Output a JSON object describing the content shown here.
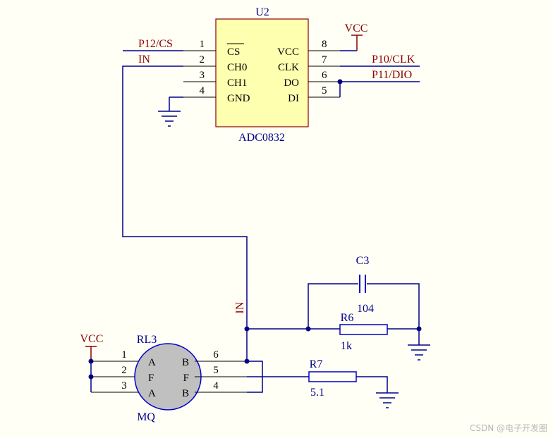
{
  "u2": {
    "designator": "U2",
    "part": "ADC0832",
    "pins_left": [
      {
        "num": "1",
        "name": "CS"
      },
      {
        "num": "2",
        "name": "CH0"
      },
      {
        "num": "3",
        "name": "CH1"
      },
      {
        "num": "4",
        "name": "GND"
      }
    ],
    "pins_right": [
      {
        "num": "8",
        "name": "VCC"
      },
      {
        "num": "7",
        "name": "CLK"
      },
      {
        "num": "6",
        "name": "DO"
      },
      {
        "num": "5",
        "name": "DI"
      }
    ]
  },
  "nets": {
    "p12_cs": "P12/CS",
    "in_top": "IN",
    "in_mid": "IN",
    "p10_clk": "P10/CLK",
    "p11_dio": "P11/DIO",
    "vcc_top": "VCC",
    "vcc_bottom": "VCC"
  },
  "c3": {
    "designator": "C3",
    "value": "104"
  },
  "r6": {
    "designator": "R6",
    "value": "1k"
  },
  "r7": {
    "designator": "R7",
    "value": "5.1"
  },
  "rl3": {
    "designator": "RL3",
    "part": "MQ",
    "left_pins": [
      {
        "num": "1",
        "name": "A"
      },
      {
        "num": "2",
        "name": "F"
      },
      {
        "num": "3",
        "name": "A"
      }
    ],
    "right_pins": [
      {
        "num": "6",
        "name": "B"
      },
      {
        "num": "5",
        "name": "F"
      },
      {
        "num": "4",
        "name": "B"
      }
    ]
  },
  "watermark": "CSDN @电子开发圈",
  "colors": {
    "wire": "#00008B",
    "component": "#0000CD",
    "chip_fill": "#FFFFB0",
    "chip_border": "#8B0000",
    "net_label": "#8B0000",
    "sensor_fill": "#C0C0C0",
    "background": "#FFFFF5"
  }
}
